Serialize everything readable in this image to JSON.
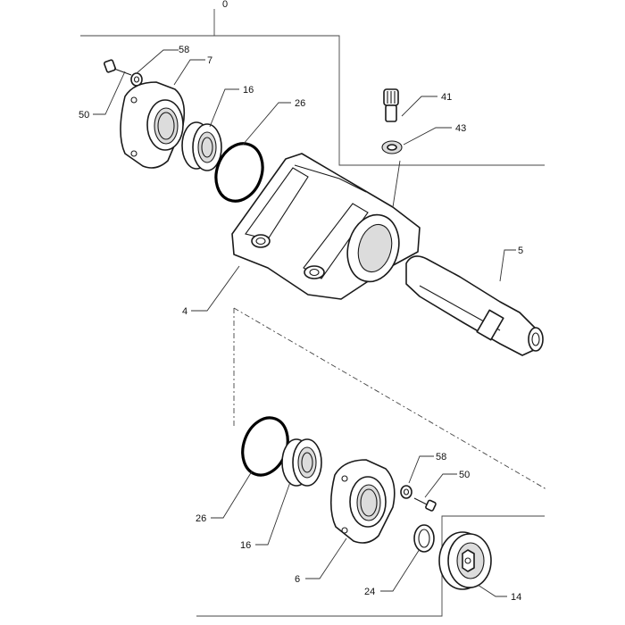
{
  "callouts": [
    {
      "id": "c0",
      "label": "0"
    },
    {
      "id": "c58a",
      "label": "58"
    },
    {
      "id": "c7",
      "label": "7"
    },
    {
      "id": "c16a",
      "label": "16"
    },
    {
      "id": "c26a",
      "label": "26"
    },
    {
      "id": "c50a",
      "label": "50"
    },
    {
      "id": "c41",
      "label": "41"
    },
    {
      "id": "c43",
      "label": "43"
    },
    {
      "id": "c5",
      "label": "5"
    },
    {
      "id": "c4",
      "label": "4"
    },
    {
      "id": "c58b",
      "label": "58"
    },
    {
      "id": "c50b",
      "label": "50"
    },
    {
      "id": "c26b",
      "label": "26"
    },
    {
      "id": "c16b",
      "label": "16"
    },
    {
      "id": "c6",
      "label": "6"
    },
    {
      "id": "c24",
      "label": "24"
    },
    {
      "id": "c14",
      "label": "14"
    }
  ]
}
